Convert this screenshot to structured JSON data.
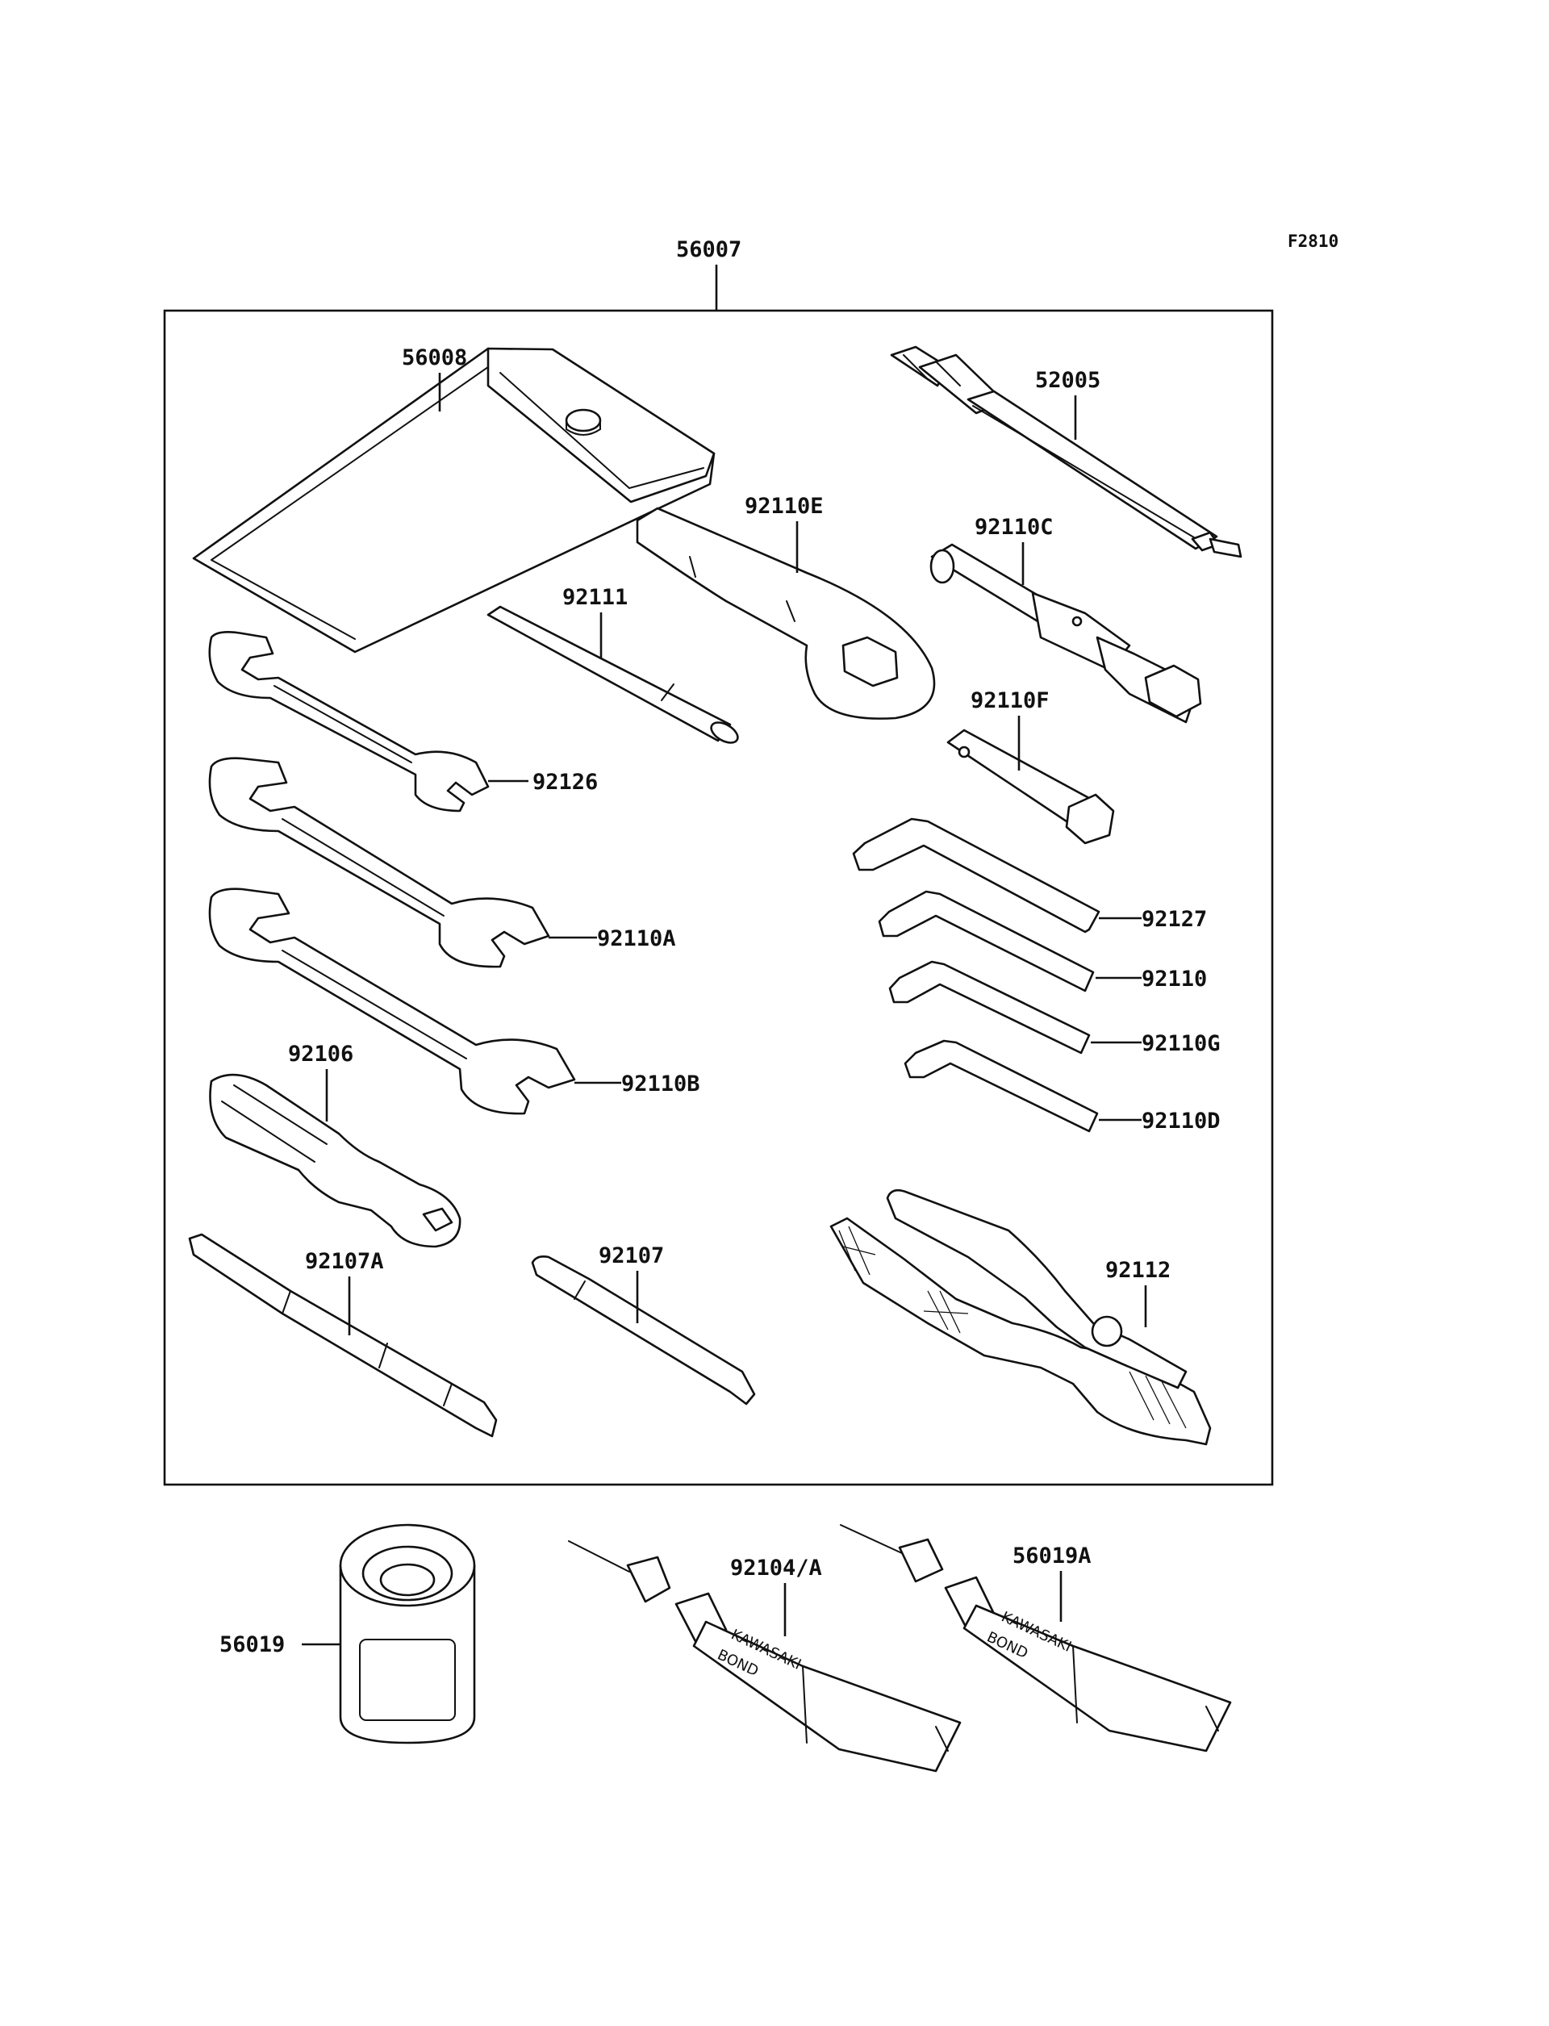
{
  "diagram": {
    "reference_code": "F2810",
    "kit": {
      "part_number": "56007"
    },
    "parts": [
      {
        "id": "tool-bag",
        "part_number": "56008"
      },
      {
        "id": "tire-pump-valve-tool",
        "part_number": "52005"
      },
      {
        "id": "box-wrench-e",
        "part_number": "92110E"
      },
      {
        "id": "socket-wrench-c",
        "part_number": "92110C"
      },
      {
        "id": "extension-bar",
        "part_number": "92111"
      },
      {
        "id": "open-end-wrench-small",
        "part_number": "92126"
      },
      {
        "id": "socket-wrench-f",
        "part_number": "92110F"
      },
      {
        "id": "open-end-wrench-a",
        "part_number": "92110A"
      },
      {
        "id": "hex-key-1",
        "part_number": "92127"
      },
      {
        "id": "hex-key-2",
        "part_number": "92110"
      },
      {
        "id": "hex-key-3",
        "part_number": "92110G"
      },
      {
        "id": "hex-key-4",
        "part_number": "92110D"
      },
      {
        "id": "open-end-wrench-b",
        "part_number": "92110B"
      },
      {
        "id": "screwdriver-handle",
        "part_number": "92106"
      },
      {
        "id": "screwdriver-bit-a",
        "part_number": "92107A"
      },
      {
        "id": "screwdriver-bit",
        "part_number": "92107"
      },
      {
        "id": "pliers",
        "part_number": "92112"
      },
      {
        "id": "oil-can",
        "part_number": "56019"
      },
      {
        "id": "bond-tube-1",
        "part_number": "92104/A"
      },
      {
        "id": "bond-tube-2",
        "part_number": "56019A"
      }
    ],
    "tube_print": {
      "line1": "KAWASAKI",
      "line2": "BOND"
    }
  }
}
